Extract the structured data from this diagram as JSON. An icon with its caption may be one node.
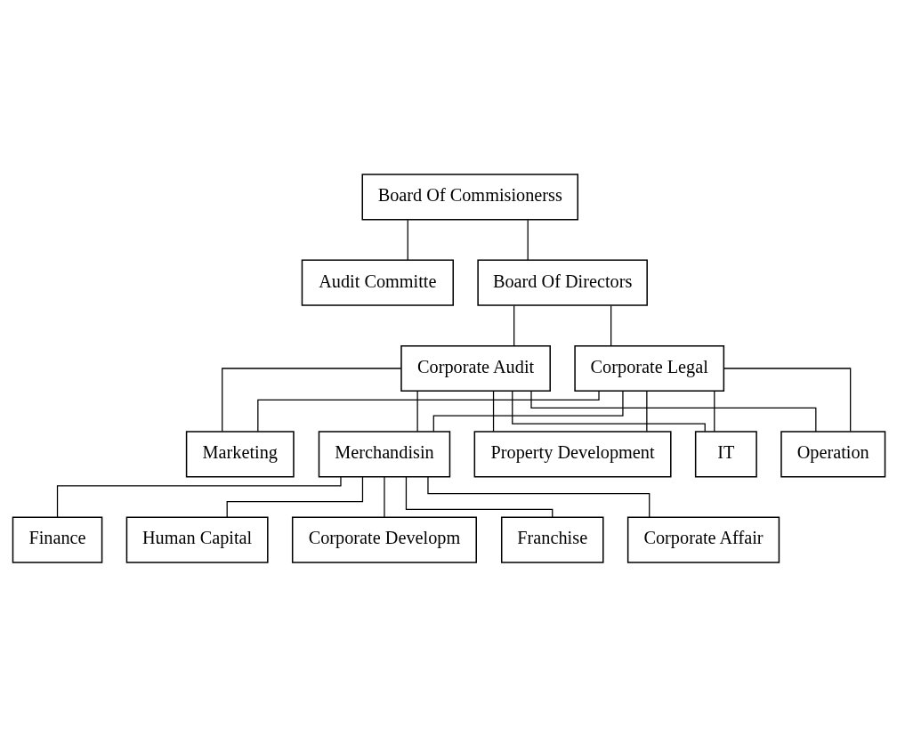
{
  "diagram": {
    "nodes": [
      {
        "text": [
          "Board Of Commisionerss"
        ]
      },
      {
        "text": [
          "Audit Committe"
        ]
      },
      {
        "text": [
          "Board Of Directors"
        ]
      },
      {
        "text": [
          "Corporate Audit"
        ]
      },
      {
        "text": [
          "Corporate Legal"
        ]
      },
      {
        "text": [
          "Operation"
        ]
      },
      {
        "text": [
          "Marketing"
        ]
      },
      {
        "text": [
          "Merchandisin"
        ]
      },
      {
        "text": [
          "Property Development"
        ]
      },
      {
        "text": [
          "IT"
        ]
      },
      {
        "text": [
          "Finance"
        ]
      },
      {
        "text": [
          "Human Capital"
        ]
      },
      {
        "text": [
          "Corporate Developm"
        ]
      },
      {
        "text": [
          "Franchise"
        ]
      },
      {
        "text": [
          "Corporate Affair"
        ]
      }
    ],
    "edges": [
      {
        "from": 0,
        "to": 2,
        "arrow": "none"
      },
      {
        "from": 0,
        "to": 1,
        "arrow": "none"
      },
      {
        "from": 2,
        "to": 3,
        "arrow": "none"
      },
      {
        "from": 2,
        "to": 4,
        "arrow": "none"
      },
      {
        "from": 3,
        "to": 5,
        "arrow": "none"
      },
      {
        "from": 3,
        "to": 6,
        "arrow": "none"
      },
      {
        "from": 3,
        "to": 7,
        "arrow": "none"
      },
      {
        "from": 3,
        "to": 8,
        "arrow": "none"
      },
      {
        "from": 3,
        "to": 9,
        "arrow": "none"
      },
      {
        "from": 4,
        "to": 5,
        "arrow": "none"
      },
      {
        "from": 4,
        "to": 6,
        "arrow": "none"
      },
      {
        "from": 4,
        "to": 7,
        "arrow": "none"
      },
      {
        "from": 4,
        "to": 8,
        "arrow": "none"
      },
      {
        "from": 4,
        "to": 9,
        "arrow": "none"
      },
      {
        "from": 7,
        "to": 10,
        "arrow": "none"
      },
      {
        "from": 7,
        "to": 11,
        "arrow": "none"
      },
      {
        "from": 7,
        "to": 12,
        "arrow": "none"
      },
      {
        "from": 7,
        "to": 13,
        "arrow": "none"
      },
      {
        "from": 7,
        "to": 14,
        "arrow": "none"
      }
    ]
  }
}
